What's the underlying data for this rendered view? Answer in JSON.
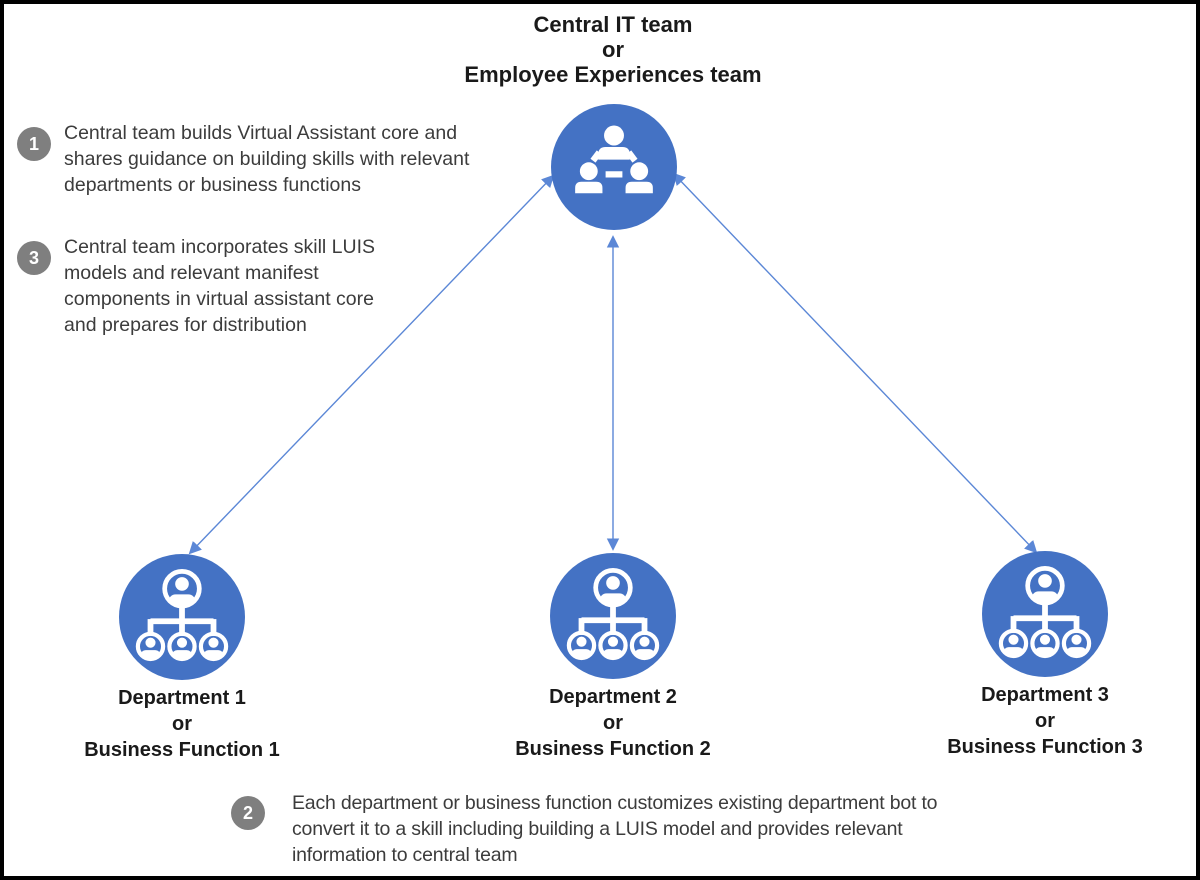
{
  "colors": {
    "icon_blue": "#4472C4",
    "arrow_blue": "#5B87D6",
    "step_badge_gray": "#7F7F7F",
    "title_text": "#1A1A1A",
    "body_text": "#3C3C3C",
    "background": "#FFFFFF",
    "border": "#000000"
  },
  "title": {
    "lines": [
      "Central IT team",
      "or",
      "Employee Experiences team"
    ]
  },
  "central_node": {
    "icon": "team-network-icon"
  },
  "departments": [
    {
      "icon": "org-chart-icon",
      "lines": [
        "Department 1",
        "or",
        "Business Function 1"
      ]
    },
    {
      "icon": "org-chart-icon",
      "lines": [
        "Department 2",
        "or",
        "Business Function 2"
      ]
    },
    {
      "icon": "org-chart-icon",
      "lines": [
        "Department 3",
        "or",
        "Business Function 3"
      ]
    }
  ],
  "annotations": [
    {
      "number": "1",
      "lines": [
        "Central team builds Virtual Assistant core and",
        "shares guidance on building skills with relevant",
        "departments or business functions"
      ]
    },
    {
      "number": "3",
      "lines": [
        "Central team incorporates skill LUIS",
        "models and relevant manifest",
        "components in virtual assistant core",
        "and prepares for distribution"
      ]
    },
    {
      "number": "2",
      "lines": [
        "Each department or business function customizes existing department bot to",
        "convert it to a skill including building a LUIS model and provides relevant",
        "information to central team"
      ]
    }
  ],
  "connectors": [
    {
      "name": "central-to-department-1",
      "style": "double-arrow"
    },
    {
      "name": "central-to-department-2",
      "style": "double-arrow"
    },
    {
      "name": "central-to-department-3",
      "style": "double-arrow"
    }
  ]
}
